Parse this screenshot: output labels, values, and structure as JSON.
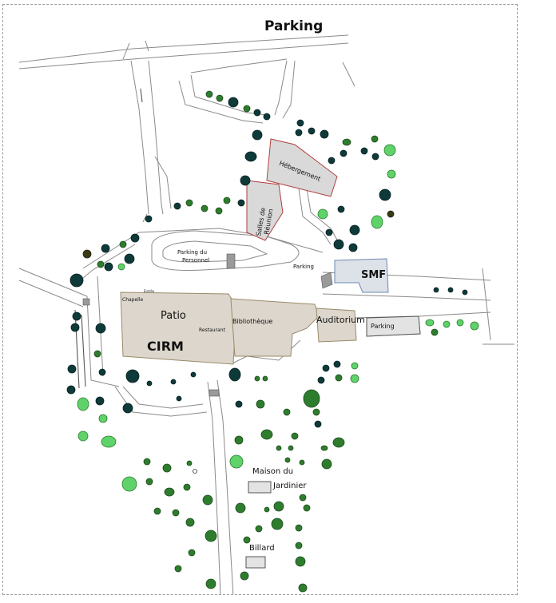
{
  "map": {
    "labels": {
      "parking_top": "Parking",
      "hebergement": "Hébergement",
      "salles_1": "Salles de",
      "salles_2": "Réunion",
      "parking_personnel_1": "Parking du",
      "parking_personnel_2": "Personnel",
      "parking_mid": "Parking",
      "smf": "SMF",
      "chapelle": "Chapelle",
      "entree": "Entrée",
      "patio": "Patio",
      "restaurant": "Restaurant",
      "cirm": "CIRM",
      "bibliotheque": "Bibliothèque",
      "auditorium": "Auditorium",
      "parking_right": "Parking",
      "maison_1": "Maison du",
      "maison_2": "Jardinier",
      "billard": "Billard"
    },
    "colors": {
      "tree_dark": "#0f3a3a",
      "tree_green": "#2e7d2e",
      "tree_light": "#5fd36a",
      "building": "#dcd6cc",
      "smf_building": "#dde2e8"
    }
  }
}
